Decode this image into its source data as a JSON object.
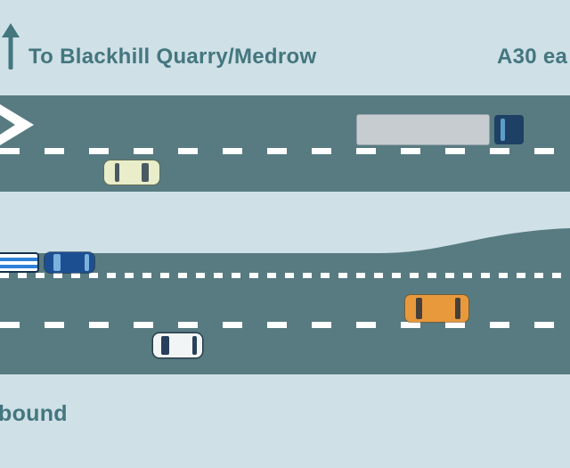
{
  "header": {
    "direction_arrow_icon": "up-arrow-icon",
    "destination": "To Blackhill Quarry/Medrow",
    "road_label_right": "A30 ea"
  },
  "footer": {
    "road_label_left": "bound"
  },
  "scene": {
    "top_carriageway": {
      "markings": [
        "merge-chevron-marking",
        "dashed-lane-divider"
      ],
      "vehicles": [
        "cream-car-heading-right",
        "articulated-lorry-heading-right"
      ]
    },
    "bottom_carriageway": {
      "markings": [
        "dotted-merge-line",
        "dashed-lane-divider",
        "tapering-slip-lane-right"
      ],
      "vehicles": [
        "blue-white-striped-vehicle-heading-left",
        "blue-car-heading-left",
        "orange-suv-heading-left",
        "white-car-heading-left"
      ]
    }
  },
  "colors": {
    "bg": "#cfe0e7",
    "road": "#577b81",
    "text": "#44767e",
    "dash": "#ffffff",
    "truck-trailer": "#c7ccd1",
    "truck-cab": "#1d4064",
    "truck-glass": "#5d9ec9",
    "car-cream": "#e9edc9",
    "car-cream-glass": "#4a5a62",
    "car-blue": "#1c4f92",
    "car-blue-glass": "#7ab2dd",
    "car-orange": "#e8993c",
    "car-orange-glass": "#46403a",
    "car-white": "#f2f5f6",
    "car-white-glass": "#27415c",
    "stripe-blue": "#2f80d8"
  }
}
